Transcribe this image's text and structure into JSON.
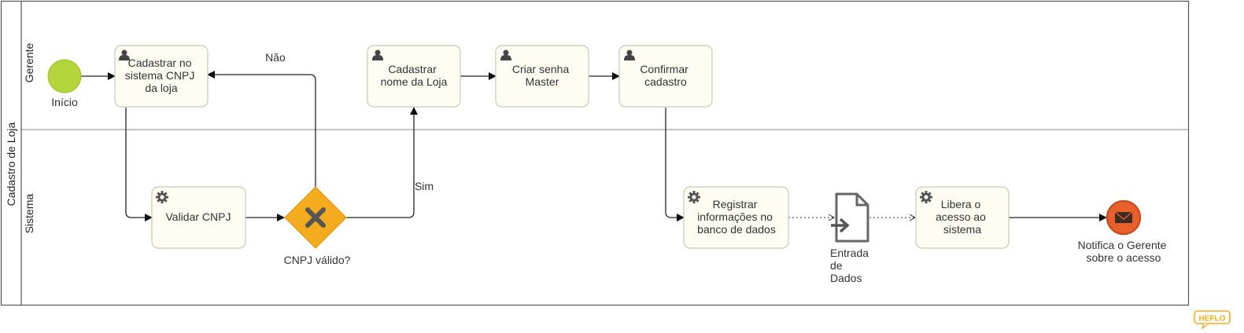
{
  "pool": {
    "label": "Cadastro de Loja"
  },
  "lanes": {
    "gerente": "Gerente",
    "sistema": "Sistema"
  },
  "events": {
    "start": "Início",
    "end_line1": "Notifica o Gerente",
    "end_line2": "sobre o acesso"
  },
  "tasks": {
    "cadastrar_cnpj": [
      "Cadastrar no",
      "sistema CNPJ",
      "da loja"
    ],
    "cadastrar_nome": [
      "Cadastrar",
      "nome da Loja"
    ],
    "criar_senha": [
      "Criar senha",
      "Master"
    ],
    "confirmar": [
      "Confirmar",
      "cadastro"
    ],
    "validar": [
      "Validar CNPJ"
    ],
    "registrar": [
      "Registrar",
      "informações no",
      "banco de dados"
    ],
    "libera": [
      "Libera o",
      "acesso ao",
      "sistema"
    ]
  },
  "gateway": {
    "label": "CNPJ válido?"
  },
  "flows": {
    "no": "Não",
    "yes": "Sim"
  },
  "data_object": {
    "label": [
      "Entrada",
      "de",
      "Dados"
    ]
  },
  "logo": "HEFLO",
  "colors": {
    "start_event": "#b5d33b",
    "end_event": "#e8612c",
    "gateway": "#f4ac1e",
    "task_fill": "#fdfdf3"
  }
}
